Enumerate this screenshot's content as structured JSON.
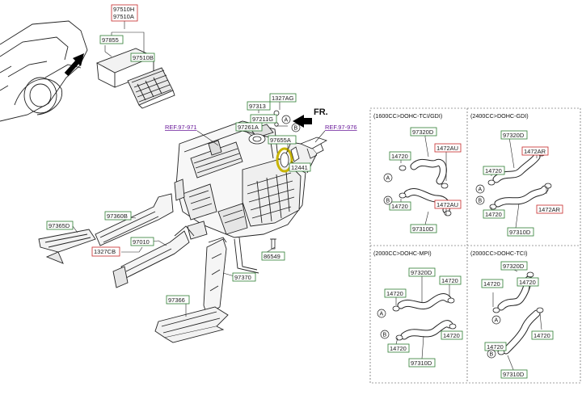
{
  "main_labels": {
    "p97510H": "97510H",
    "p97510A": "97510A",
    "p97855": "97855",
    "p97510B": "97510B",
    "p97313": "97313",
    "p1327AG": "1327AG",
    "p97211G": "97211G",
    "p97261A": "97261A",
    "p97655A": "97655A",
    "p12441": "12441",
    "ref1": "REF.97-971",
    "ref2": "REF.97-976",
    "p97360B": "97360B",
    "p97365D": "97365D",
    "p97010": "97010",
    "p1327CB": "1327CB",
    "p86549": "86549",
    "p97370": "97370",
    "p97366": "97366",
    "fr": "FR.",
    "circA": "A",
    "circB": "B"
  },
  "panels": [
    {
      "title": "(1600CC>DOHC-TCI/GDI)",
      "top": "97320D",
      "left1": "14720",
      "right1": "1472AU",
      "left2": "14720",
      "right2": "1472AU",
      "bottom": "97310D",
      "circA": "A",
      "circB": "B"
    },
    {
      "title": "(2400CC>DOHC-GDI)",
      "top": "97320D",
      "left1": "14720",
      "right1": "1472AR",
      "left2": "14720",
      "right2": "1472AR",
      "bottom": "97310D",
      "circA": "A",
      "circB": "B"
    },
    {
      "title": "(2000CC>DOHC-MPI)",
      "top": "97320D",
      "left1": "14720",
      "right1": "14720",
      "left2": "14720",
      "right2": "14720",
      "bottom": "97310D",
      "circA": "A",
      "circB": "B"
    },
    {
      "title": "(2000CC>DOHC-TCI)",
      "top": "97320D",
      "left1": "14720",
      "right1": "14720",
      "left2": "14720",
      "right2": "14720",
      "bottom": "97310D",
      "circA": "A",
      "circB": "B"
    }
  ],
  "colors": {
    "label_border": "#2e7d32",
    "ref_text": "#6a1b9a",
    "red_border": "#c62828",
    "line": "#222222",
    "highlight": "#c8b400"
  }
}
